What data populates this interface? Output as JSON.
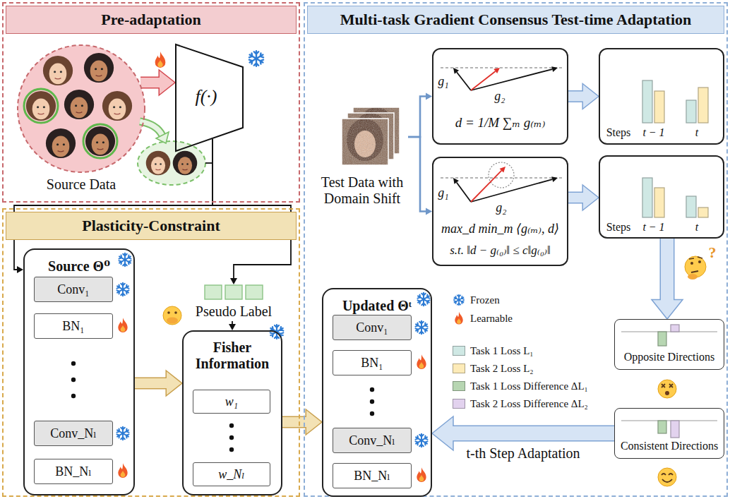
{
  "diagram": {
    "nodes": [
      {
        "text": [
          "Pre-adaptation"
        ]
      },
      {
        "text": [
          "Source Data"
        ],
        "in": 0
      },
      {
        "text": [
          "f(·)"
        ],
        "in": 0
      },
      {
        "text": [
          "Plasticity-Constraint"
        ]
      },
      {
        "text": [
          "Source Θ⁰"
        ],
        "in": 3
      },
      {
        "text": [
          "Conv₁"
        ],
        "in": 4
      },
      {
        "text": [
          "BN₁"
        ],
        "in": 4
      },
      {
        "text": [
          "Conv_Nₗ"
        ],
        "in": 4
      },
      {
        "text": [
          "BN_Nₗ"
        ],
        "in": 4
      },
      {
        "text": [
          "Pseudo Label"
        ],
        "in": 3
      },
      {
        "text": [
          "Fisher Information"
        ],
        "in": 3
      },
      {
        "text": [
          "w₁"
        ],
        "in": 10
      },
      {
        "text": [
          "w_Nₗ"
        ],
        "in": 10
      },
      {
        "text": [
          "Multi-task Gradient Consensus Test-time Adaptation"
        ]
      },
      {
        "text": [
          "Test Data with Domain Shift"
        ],
        "in": 13
      },
      {
        "text": [
          "g₁",
          "g₂",
          "d = 1/M ∑ₘ g₍ₘ₎"
        ],
        "in": 13
      },
      {
        "text": [
          "g₁",
          "g₂",
          "max_d min_m ⟨g₍ₘ₎, d⟩",
          "s.t. ‖d − g₍₀₎‖ ≤ c‖g₍₀₎‖"
        ],
        "in": 13
      },
      {
        "text": [
          "Steps",
          "t − 1",
          "t"
        ],
        "in": 13
      },
      {
        "text": [
          "Steps",
          "t − 1",
          "t"
        ],
        "in": 13
      },
      {
        "text": [
          "Opposite Directions"
        ],
        "in": 13
      },
      {
        "text": [
          "Consistent Directions"
        ],
        "in": 13
      },
      {
        "text": [
          "Updated Θᵗ"
        ],
        "in": 13
      },
      {
        "text": [
          "Conv₁"
        ],
        "in": 21
      },
      {
        "text": [
          "BN₁"
        ],
        "in": 21
      },
      {
        "text": [
          "Conv_Nₗ"
        ],
        "in": 21
      },
      {
        "text": [
          "BN_Nₗ"
        ],
        "in": 21
      }
    ],
    "edges": [
      {
        "from": 1,
        "to": 2,
        "arrow": "to"
      },
      {
        "from": 2,
        "to": 4,
        "arrow": "to"
      },
      {
        "from": 2,
        "to": 9,
        "arrow": "to"
      },
      {
        "from": 4,
        "to": 10,
        "arrow": "to"
      },
      {
        "from": 9,
        "to": 10,
        "arrow": "to"
      },
      {
        "from": 10,
        "to": 21,
        "arrow": "to"
      },
      {
        "from": 14,
        "to": 15,
        "arrow": "to"
      },
      {
        "from": 14,
        "to": 16,
        "arrow": "to"
      },
      {
        "from": 15,
        "to": 17,
        "arrow": "to"
      },
      {
        "from": 16,
        "to": 18,
        "arrow": "to"
      },
      {
        "from": 18,
        "to": 19,
        "arrow": "to"
      },
      {
        "from": 20,
        "to": 21,
        "arrow": "to",
        "label": "t-th Step Adaptation"
      }
    ],
    "labels": [
      "?"
    ],
    "legend": [
      {
        "text": "Frozen"
      },
      {
        "text": "Learnable"
      },
      {
        "text": "Task 1 Loss L₁",
        "color": "#cfe8e4"
      },
      {
        "text": "Task 2 Loss L₂",
        "color": "#fdebb8"
      },
      {
        "text": "Task 1 Loss Difference ΔL₁",
        "color": "#b7d6b2"
      },
      {
        "text": "Task 2 Loss Difference ΔL₂",
        "color": "#e2d2ee"
      }
    ]
  }
}
